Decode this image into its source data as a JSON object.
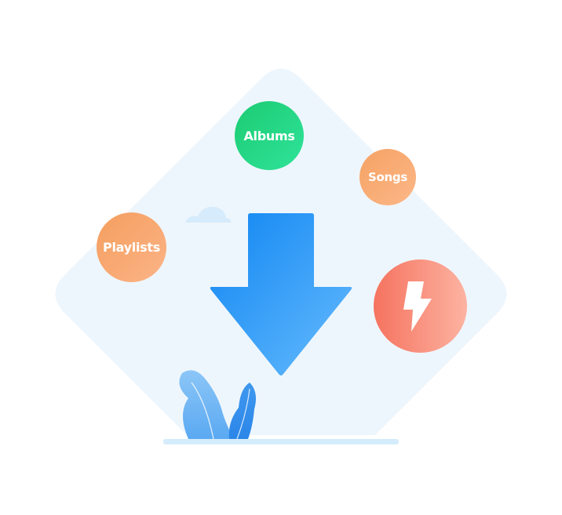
{
  "badges": {
    "albums": "Albums",
    "songs": "Songs",
    "playlists": "Playlists"
  },
  "icons": {
    "center": "download-arrow-icon",
    "action": "lightning-bolt-icon",
    "decor_cloud": "cloud-icon",
    "decor_plant": "plant-leaves-icon"
  },
  "colors": {
    "diamond": "#eef6fd",
    "arrow_start": "#1388f2",
    "arrow_end": "#61b8fd",
    "albums": "#1fcf78",
    "songs": "#f7a86c",
    "playlists": "#f6a466",
    "bolt_start": "#f5735f",
    "bolt_end": "#fdb3a2",
    "ground": "#d4ecfb"
  }
}
